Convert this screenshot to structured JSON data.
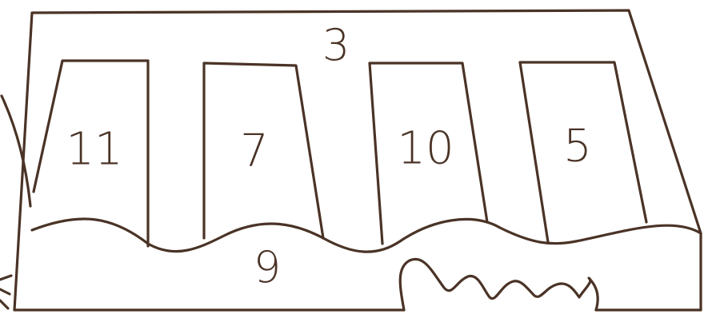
{
  "picture": {
    "ink_color": "#4a3326",
    "background_color": "#ffffff",
    "roof_label": "3",
    "panel_labels": [
      "11",
      "7",
      "10",
      "5"
    ],
    "base_label": "9"
  }
}
